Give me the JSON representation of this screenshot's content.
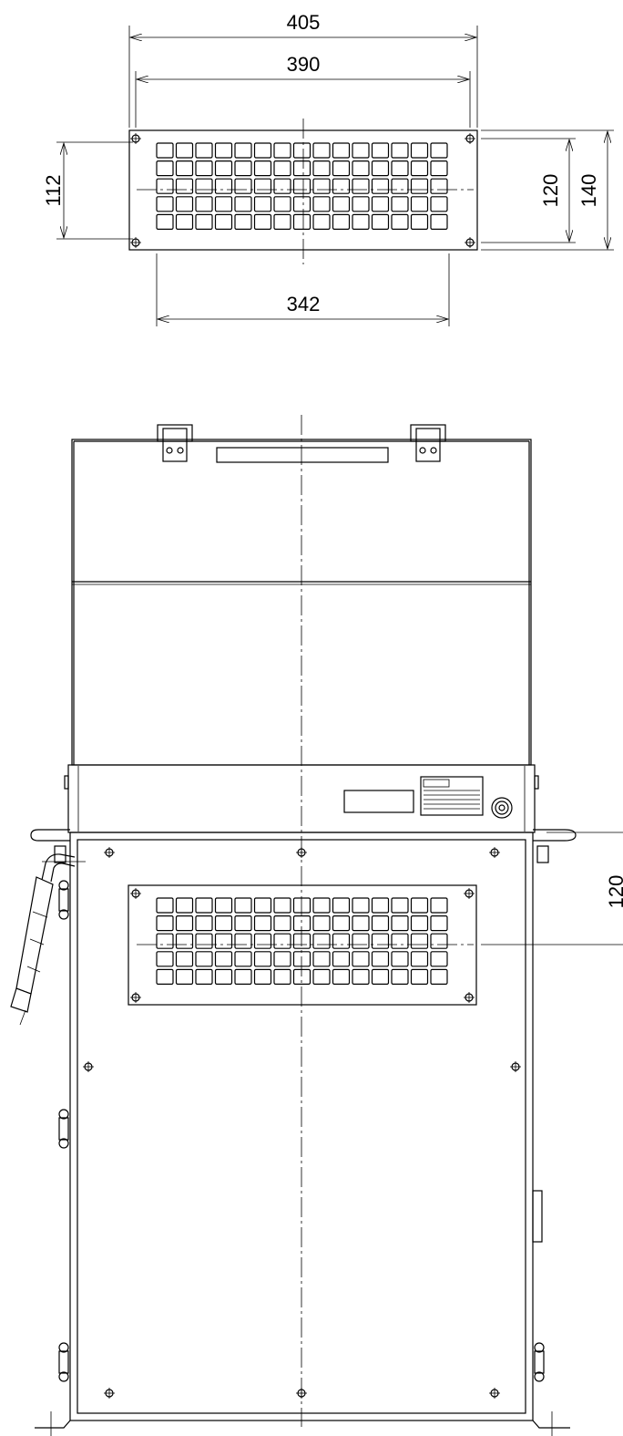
{
  "dimensions": {
    "panel_outer_width": "405",
    "panel_hole_width": "390",
    "panel_grille_width": "342",
    "panel_hole_height": "112",
    "panel_inner_height": "120",
    "panel_outer_height": "140",
    "side_partial": "120"
  },
  "grille": {
    "columns": 15,
    "rows": 5
  }
}
